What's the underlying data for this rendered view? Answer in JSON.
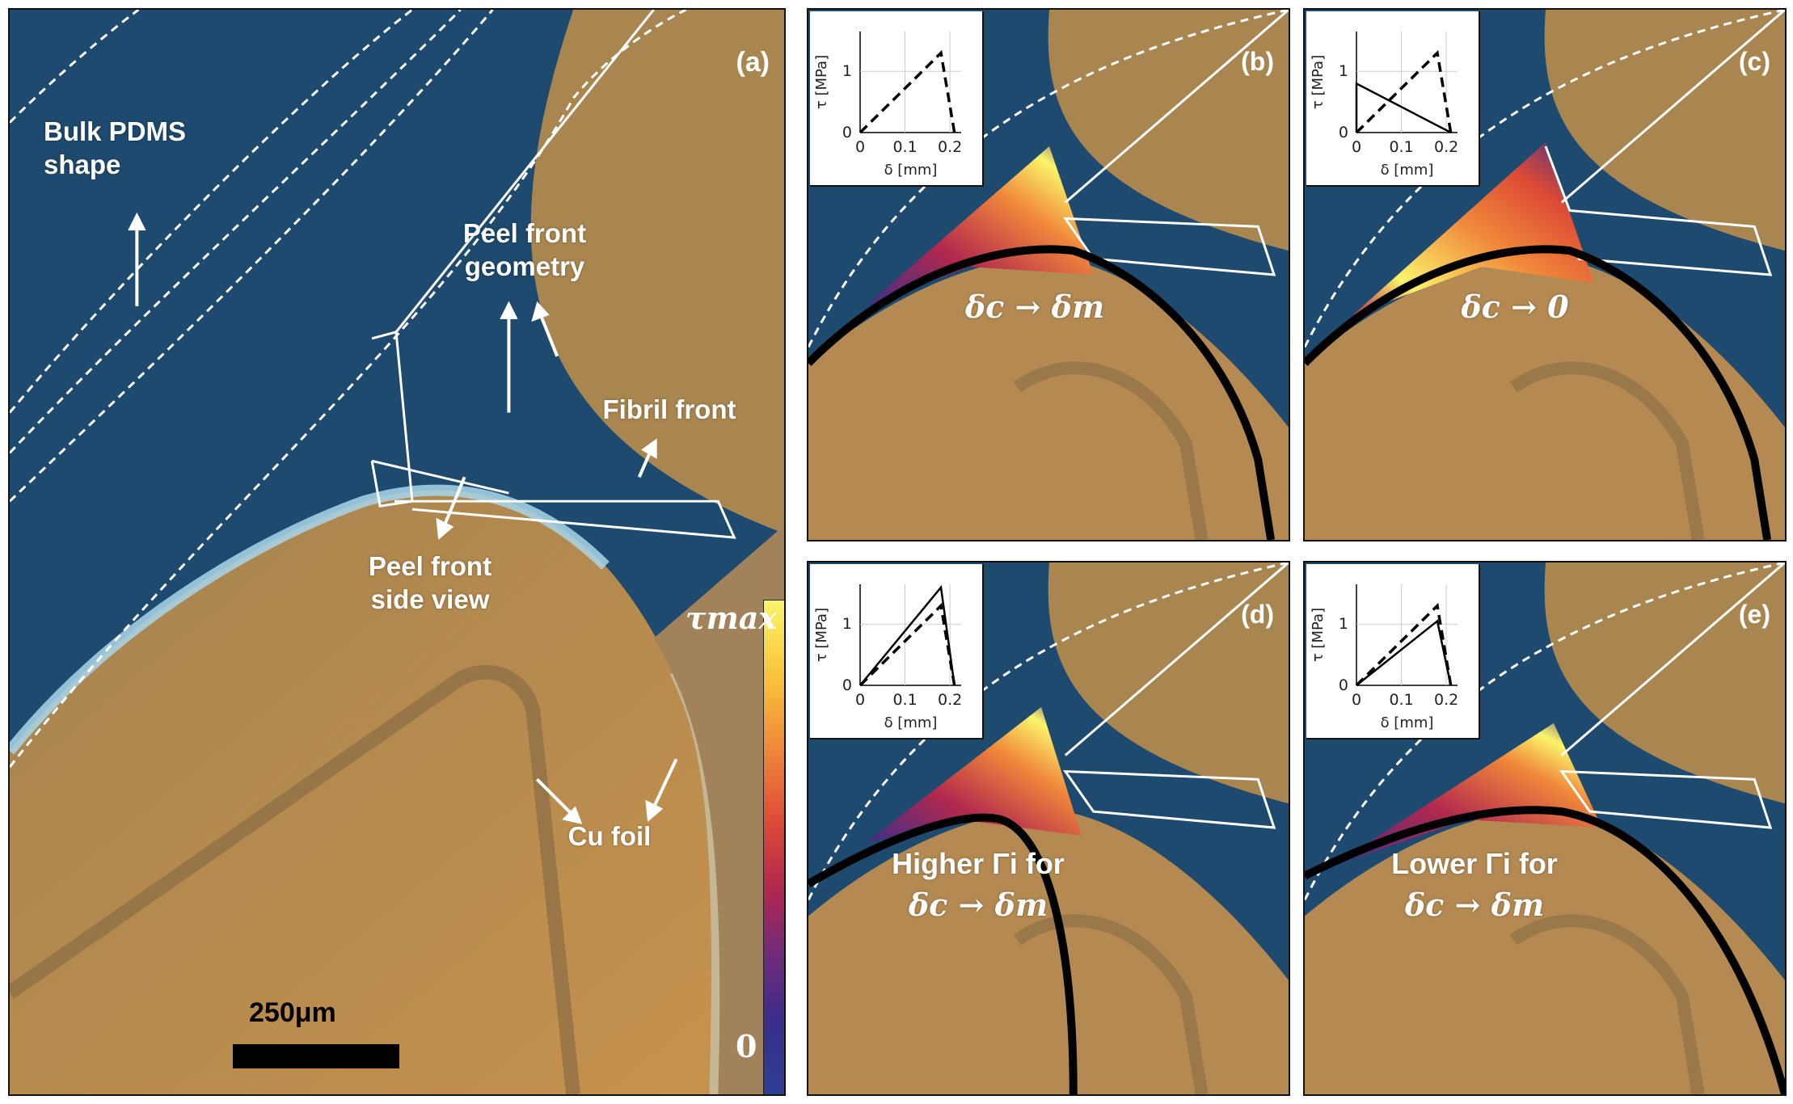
{
  "colors": {
    "pdms_blue": "#1d4a6e",
    "foil_orange": "#b48a52",
    "foil_light": "#c89a5c",
    "edge_cyan": "#a8d6ea",
    "annotation": "#ffffff",
    "curve": "#000000"
  },
  "panel_a": {
    "label": "(a)",
    "bulk_pdms": "Bulk PDMS\nshape",
    "peel_geometry": "Peel front\ngeometry",
    "fibril_front": "Fibril front",
    "peel_side_view": "Peel front\nside view",
    "cu_foil": "Cu foil",
    "colorbar_max": "τmax",
    "colorbar_min": "0",
    "scale_bar": "250μm"
  },
  "panels": [
    {
      "id": "b",
      "label": "(b)",
      "caption": "δc → δm"
    },
    {
      "id": "c",
      "label": "(c)",
      "caption": "δc → 0"
    },
    {
      "id": "d",
      "label": "(d)",
      "caption_line1": "Higher Γi for",
      "caption_line2": "δc → δm"
    },
    {
      "id": "e",
      "label": "(e)",
      "caption_line1": "Lower Γi for",
      "caption_line2": "δc → δm"
    }
  ],
  "inset": {
    "ylabel": "τ [MPa]",
    "xlabel": "δ [mm]",
    "yticks": [
      "0",
      "1"
    ],
    "xticks": [
      "0",
      "0.1",
      "0.2"
    ]
  },
  "traction_laws": {
    "reference_dashed": [
      [
        0,
        0
      ],
      [
        0.18,
        1.3
      ],
      [
        0.21,
        0
      ]
    ],
    "b": [
      [
        0,
        0
      ],
      [
        0.18,
        1.3
      ],
      [
        0.21,
        0
      ]
    ],
    "c": [
      [
        0,
        0
      ],
      [
        0,
        0.8
      ],
      [
        0.21,
        0
      ]
    ],
    "d": [
      [
        0,
        0
      ],
      [
        0.18,
        1.6
      ],
      [
        0.21,
        0
      ]
    ],
    "e": [
      [
        0,
        0
      ],
      [
        0.18,
        1.05
      ],
      [
        0.21,
        0
      ]
    ]
  }
}
